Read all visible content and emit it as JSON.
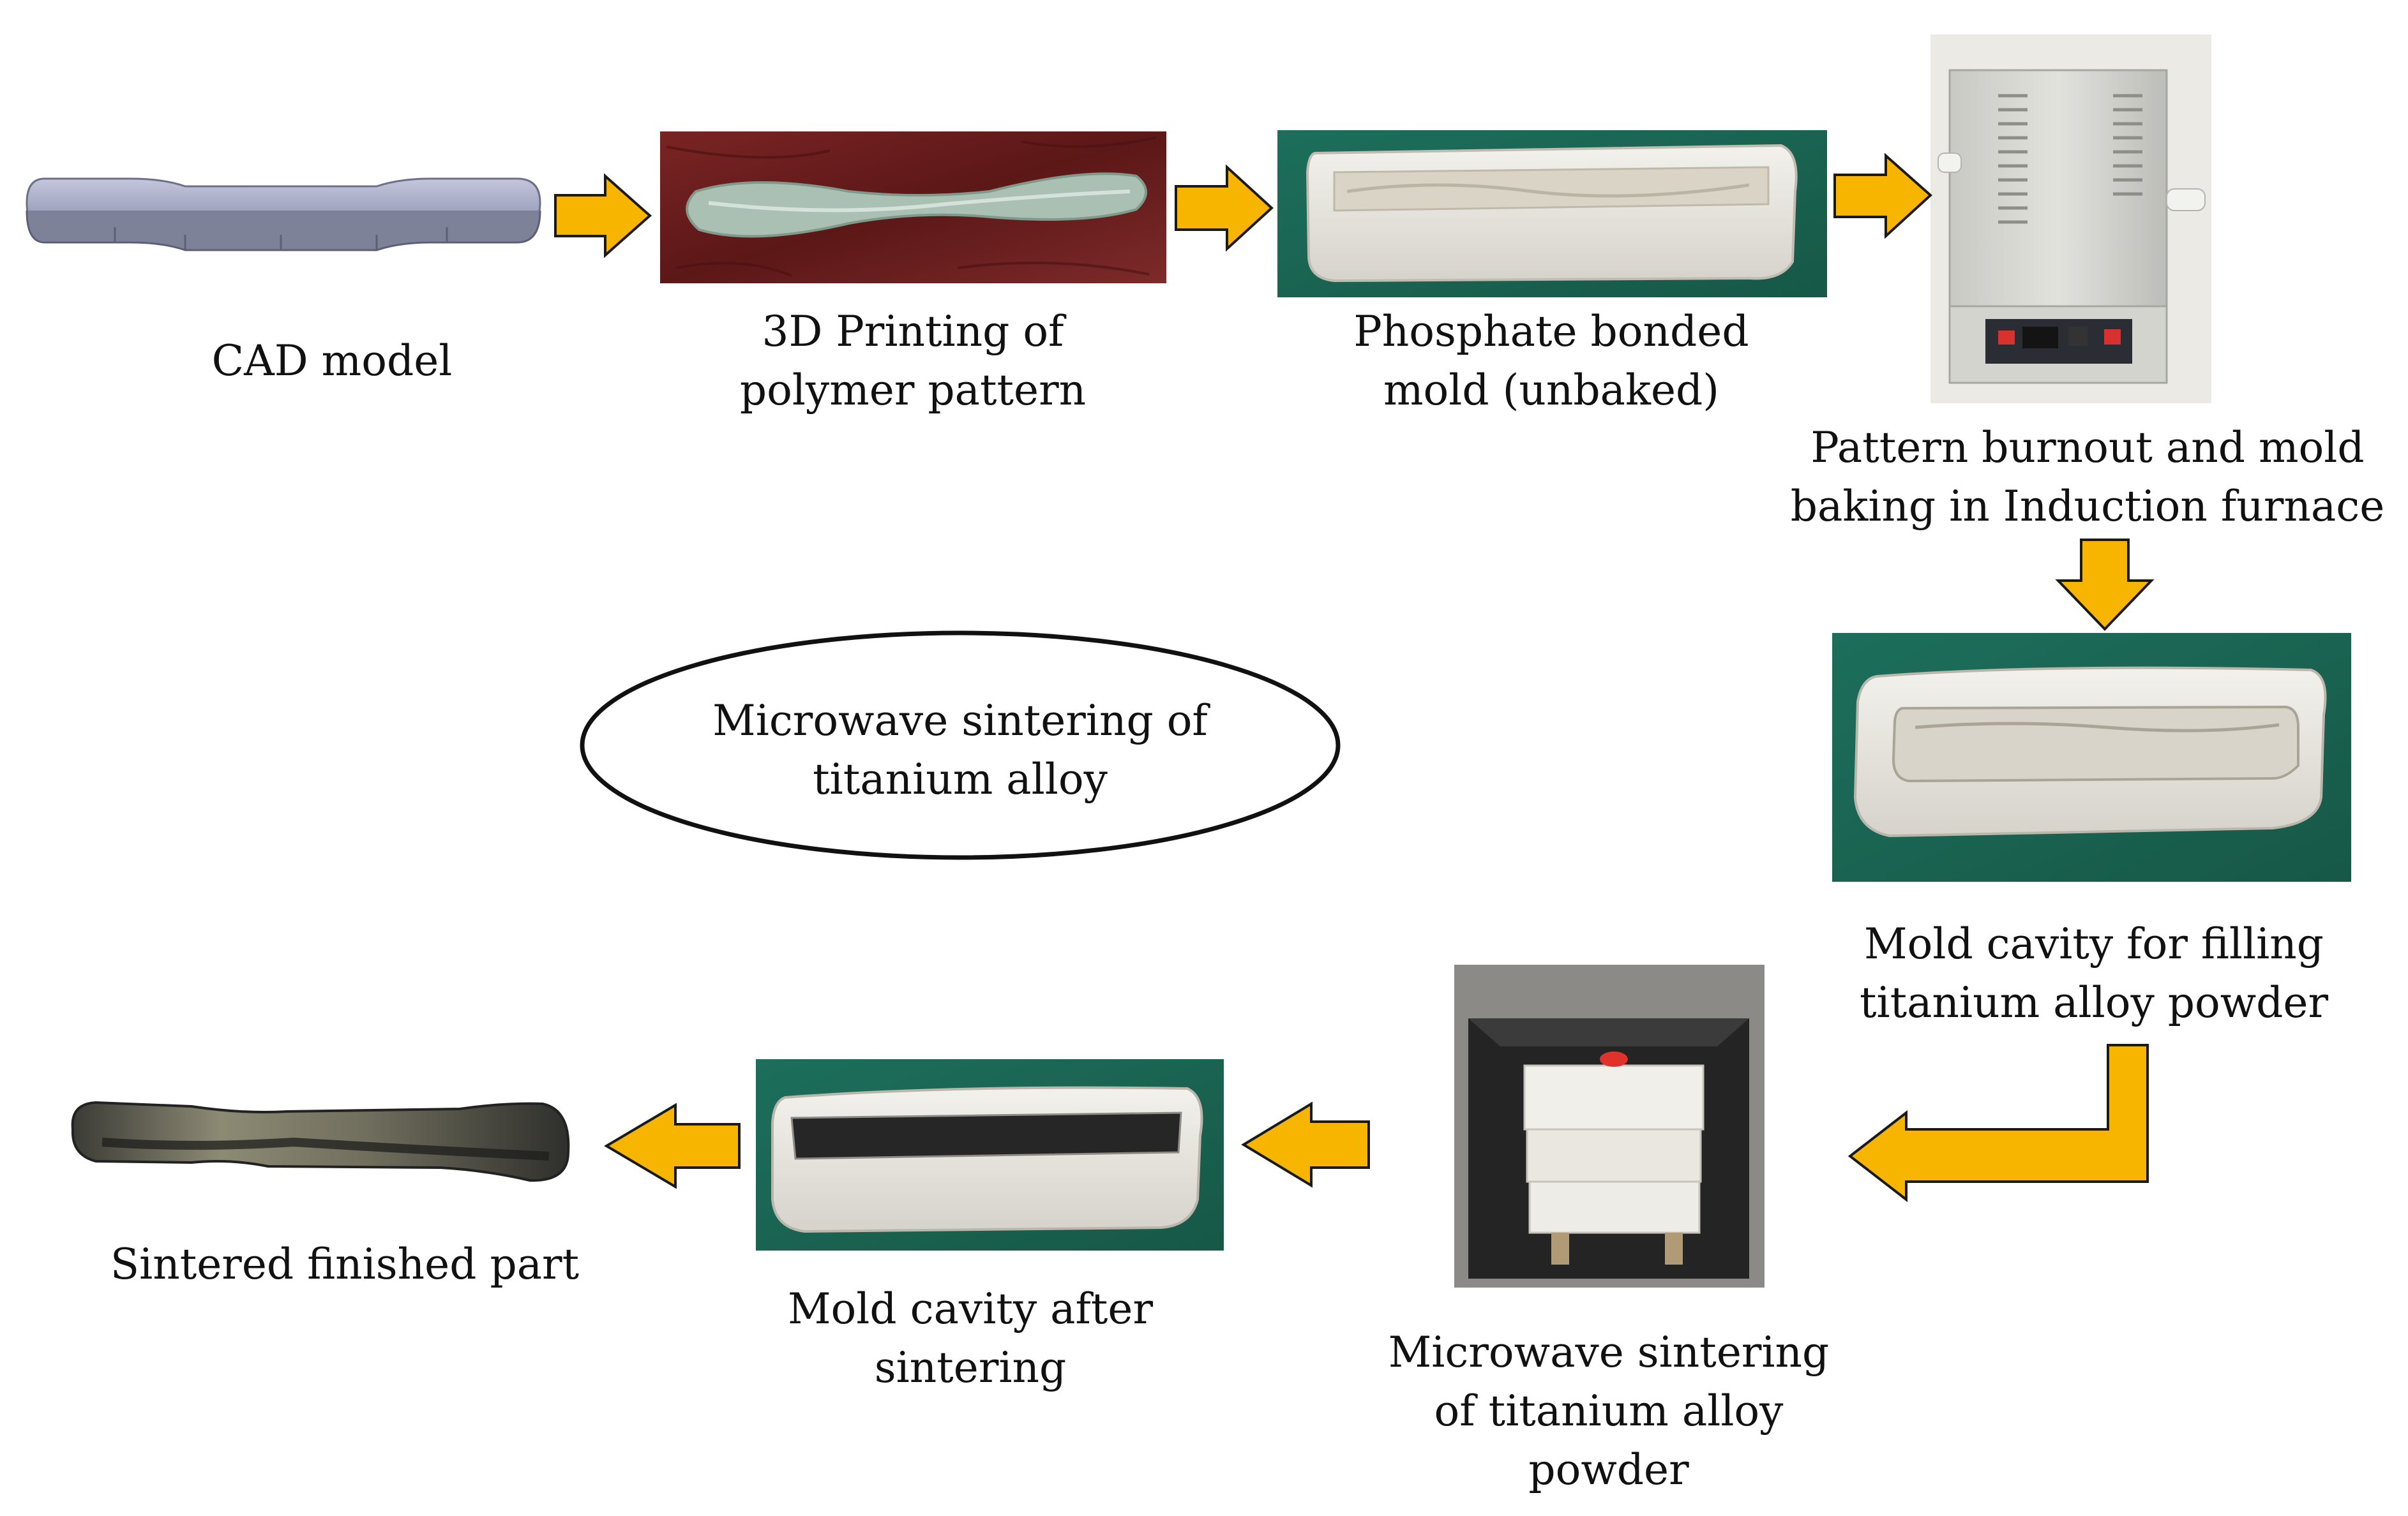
{
  "steps": {
    "cad_model": {
      "label": [
        "CAD model"
      ]
    },
    "printing": {
      "label": [
        "3D Printing of",
        "polymer pattern"
      ]
    },
    "phosphate_mold": {
      "label": [
        "Phosphate bonded",
        "mold  (unbaked)"
      ]
    },
    "burnout": {
      "label": [
        "Pattern burnout and mold",
        "baking in Induction furnace"
      ]
    },
    "mold_cavity_filling": {
      "label": [
        "Mold cavity for filling",
        "titanium alloy powder"
      ]
    },
    "microwave_sintering": {
      "label": [
        "Microwave sintering",
        "of titanium alloy",
        "powder"
      ]
    },
    "mold_after_sintering": {
      "label": [
        "Mold cavity after",
        "sintering"
      ]
    },
    "finished_part": {
      "label": [
        "Sintered finished part"
      ]
    }
  },
  "title_ellipse": {
    "label": [
      "Microwave sintering of",
      "titanium alloy"
    ]
  },
  "colors": {
    "arrow_fill": "#f7b500",
    "arrow_stroke": "#1a1a1a",
    "green_bg": "#1e6b5a",
    "leather_bg": "#6e1e1e",
    "cad_grey": "#a9adc6",
    "plaster": "#e9e6df",
    "furnace": "#d9d9d4"
  }
}
